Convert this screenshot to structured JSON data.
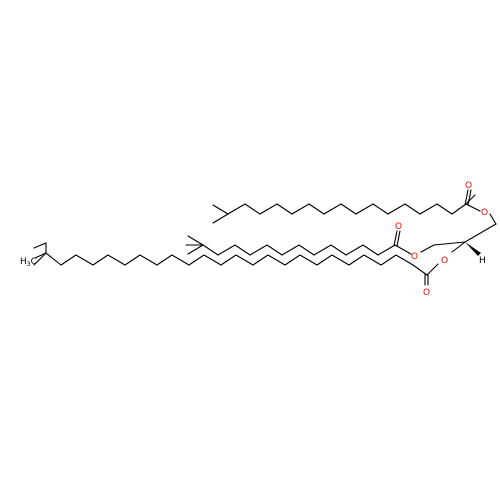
{
  "molecule": {
    "atom_labels": {
      "oxygen": "O",
      "hydrogen": "H",
      "carbon": "C",
      "h3_subscript": "3"
    },
    "colors": {
      "bond": "#000000",
      "oxygen": "#ff0000"
    }
  }
}
